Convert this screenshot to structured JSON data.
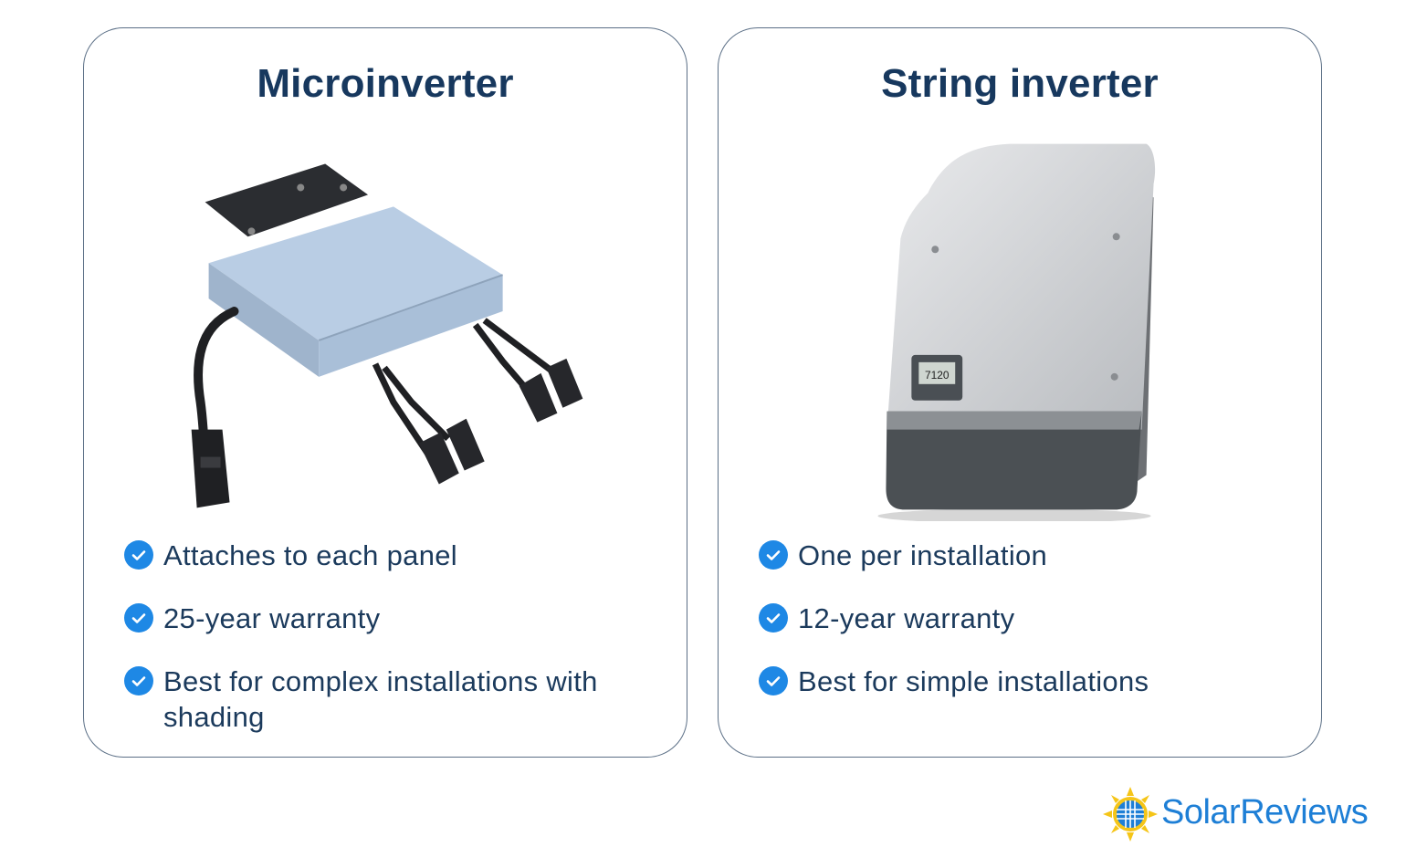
{
  "cards": [
    {
      "title": "Microinverter",
      "features": [
        "Attaches to each panel",
        "25-year warranty",
        "Best for complex installations with shading"
      ]
    },
    {
      "title": "String inverter",
      "display_reading": "7120",
      "features": [
        "One per installation",
        "12-year warranty",
        "Best for simple installations"
      ]
    }
  ],
  "brand": {
    "name": "SolarReviews",
    "accent": "#1e7fd6",
    "sun_color": "#f5c518"
  },
  "colors": {
    "title": "#17385e",
    "text": "#1b3a5c",
    "check": "#1e88e5",
    "card_border": "#5b6f86"
  }
}
